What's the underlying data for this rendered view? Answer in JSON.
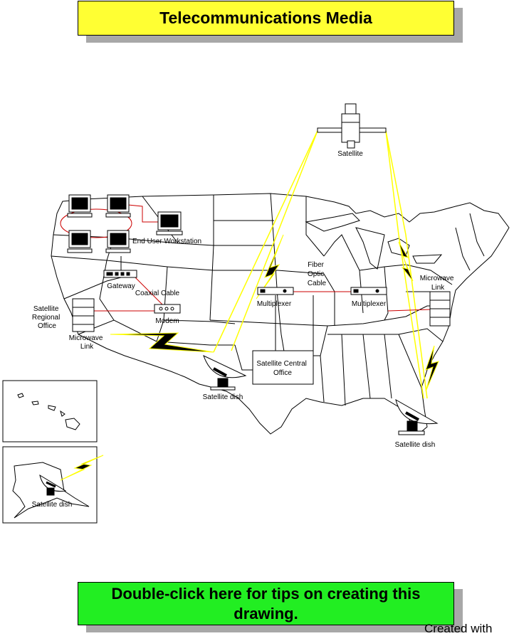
{
  "title": "Telecommunications Media",
  "tips": "Double-click here for tips on creating this drawing.",
  "credit": "Created with",
  "labels": {
    "satellite": "Satellite",
    "end_user_workstation": "End User Workstation",
    "gateway": "Gateway",
    "coaxial_cable": "Coaxial Cable",
    "modem": "Modem",
    "satellite_regional_office": [
      "Satellite",
      "Regional",
      "Office"
    ],
    "microwave_link_west": [
      "Microwave",
      "Link"
    ],
    "fiber_optic_cable": [
      "Fiber",
      "Optic",
      "Cable"
    ],
    "multiplexer_west": "Multiplexer",
    "multiplexer_east": "Multiplexer",
    "microwave_link_east": [
      "Microwave",
      "Link"
    ],
    "satellite_central_office": [
      "Satellite Central",
      "Office"
    ],
    "satellite_dish_west": "Satellite dish",
    "satellite_dish_east": "Satellite dish",
    "satellite_dish_alaska": "Satellite dish"
  },
  "colors": {
    "title_bg": "#ffff33",
    "tips_bg": "#22ee22",
    "shadow": "#a8a8a8",
    "signal": "#ffff00",
    "link_line": "#cc0000"
  }
}
